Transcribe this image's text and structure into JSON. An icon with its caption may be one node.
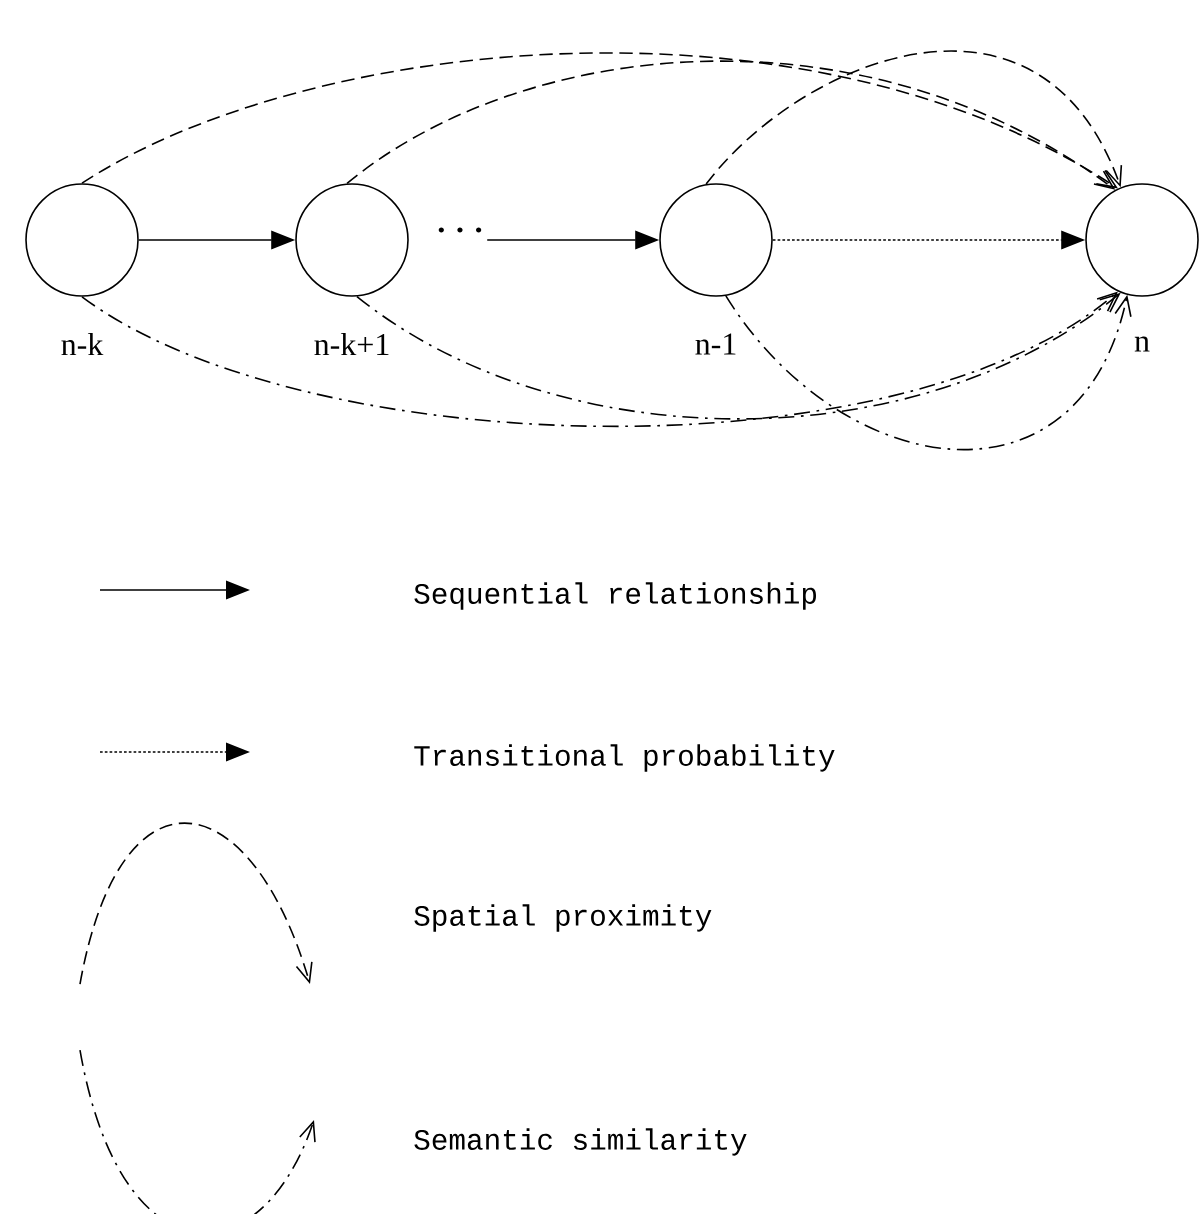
{
  "diagram": {
    "nodes": [
      {
        "text": [],
        "shape": "circle",
        "beside": [
          "n-k"
        ]
      },
      {
        "text": [],
        "shape": "circle",
        "beside": [
          "n-k+1"
        ]
      },
      {
        "text": [
          "· · ·"
        ]
      },
      {
        "text": [],
        "shape": "circle",
        "beside": [
          "n-1"
        ]
      },
      {
        "text": [],
        "shape": "circle",
        "beside": [
          "n"
        ]
      }
    ],
    "edges": [
      {
        "from": 0,
        "to": 1,
        "arrow": "to"
      },
      {
        "from": 2,
        "to": 3,
        "arrow": "to"
      },
      {
        "from": 3,
        "to": 4,
        "arrow": "to",
        "style": "dashed"
      },
      {
        "from": 0,
        "to": 4,
        "arrow": "to",
        "style": "dashed"
      },
      {
        "from": 1,
        "to": 4,
        "arrow": "to",
        "style": "dashed"
      },
      {
        "from": 3,
        "to": 4,
        "arrow": "to",
        "style": "dashed"
      },
      {
        "from": 0,
        "to": 4,
        "arrow": "to",
        "style": "dashed"
      },
      {
        "from": 1,
        "to": 4,
        "arrow": "to",
        "style": "dashed"
      },
      {
        "from": 3,
        "to": 4,
        "arrow": "to",
        "style": "dashed"
      }
    ],
    "legend": [
      {
        "text": "Sequential relationship"
      },
      {
        "text": "Transitional probability"
      },
      {
        "text": "Spatial proximity"
      },
      {
        "text": "Semantic similarity"
      }
    ]
  }
}
